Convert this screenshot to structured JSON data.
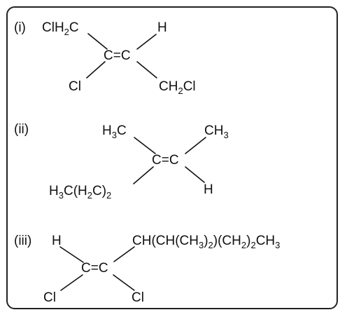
{
  "panels": [
    {
      "id": "i",
      "label": "(i)",
      "top_left": {
        "text": "ClH",
        "sub": "2",
        "after": "C"
      },
      "top_right": "H",
      "center": "C=C",
      "bottom_left": "Cl",
      "bottom_right": {
        "text": "CH",
        "sub": "2",
        "after": "Cl"
      }
    },
    {
      "id": "ii",
      "label": "(ii)",
      "top_left": {
        "text": "H",
        "sub": "3",
        "after": "C"
      },
      "top_right": {
        "text": "CH",
        "sub": "3",
        "after": ""
      },
      "center": "C=C",
      "bottom_left": {
        "a": "H",
        "s1": "3",
        "b": "C(H",
        "s2": "2",
        "c": "C)",
        "s3": "2"
      },
      "bottom_right": "H"
    },
    {
      "id": "iii",
      "label": "(iii)",
      "top_left": "H",
      "top_right": {
        "a": "CH(CH(CH",
        "s1": "3",
        "b": ")",
        "s2": "2",
        "c": ")(CH",
        "s3": "2",
        "d": ")",
        "s4": "2",
        "e": "CH",
        "s5": "3"
      },
      "center": "C=C",
      "bottom_left": "Cl",
      "bottom_right": "Cl"
    }
  ]
}
